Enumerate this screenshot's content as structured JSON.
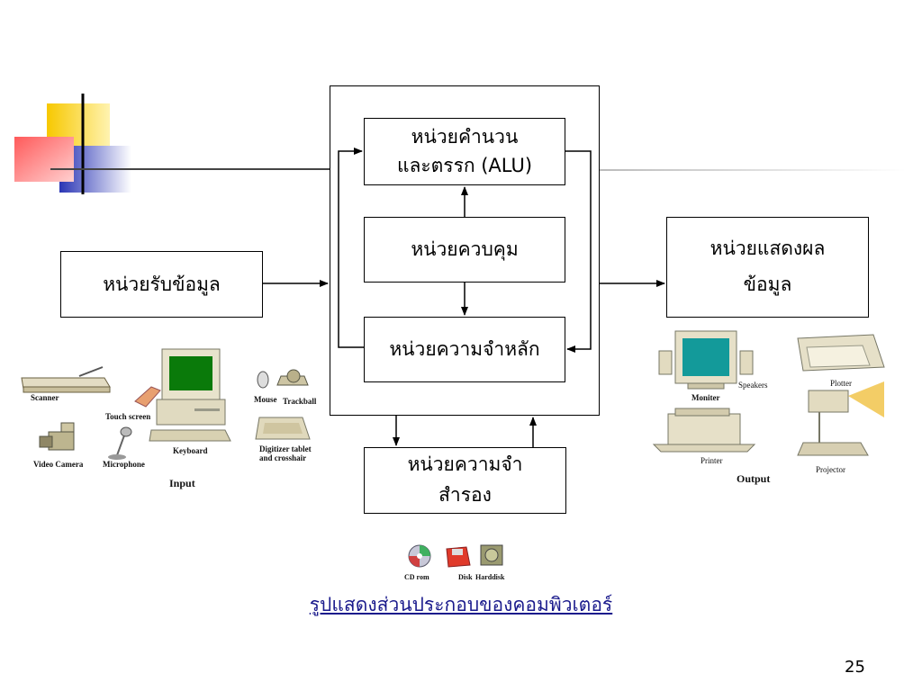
{
  "diagram": {
    "alu_lines": [
      "หน่วยคำนวน",
      "และตรรก (ALU)"
    ],
    "control_unit": "หน่วยควบคุม",
    "main_memory": "หน่วยความจำหลัก",
    "input_unit": "หน่วยรับข้อมูล",
    "output_lines": [
      "หน่วยแสดงผล",
      "ข้อมูล"
    ],
    "secondary_lines": [
      "หน่วยความจำ",
      "สำรอง"
    ]
  },
  "input_devices": {
    "scanner": "Scanner",
    "touch_screen": "Touch screen",
    "mouse": "Mouse",
    "trackball": "Trackball",
    "video_camera": "Video Camera",
    "microphone": "Microphone",
    "keyboard": "Keyboard",
    "digitizer_line1": "Digitizer tablet",
    "digitizer_line2": "and crosshair",
    "group_label": "Input"
  },
  "output_devices": {
    "monitor": "Moniter",
    "speakers": "Speakers",
    "plotter": "Plotter",
    "printer": "Printer",
    "projector": "Projector",
    "group_label": "Output"
  },
  "storage_devices": {
    "cd": "CD rom",
    "disk": "Disk",
    "harddisk": "Harddisk"
  },
  "caption": "รูปแสดงส่วนประกอบของคอมพิวเตอร์",
  "page_number": "25",
  "colors": {
    "deco_yellow": "#f5c400",
    "deco_red": "#e03030",
    "deco_blue": "#2f3fc0",
    "caption": "#1a1a8c",
    "monitor_screen": "#0a7a0a",
    "monitor_screen_out": "#139a9a"
  }
}
